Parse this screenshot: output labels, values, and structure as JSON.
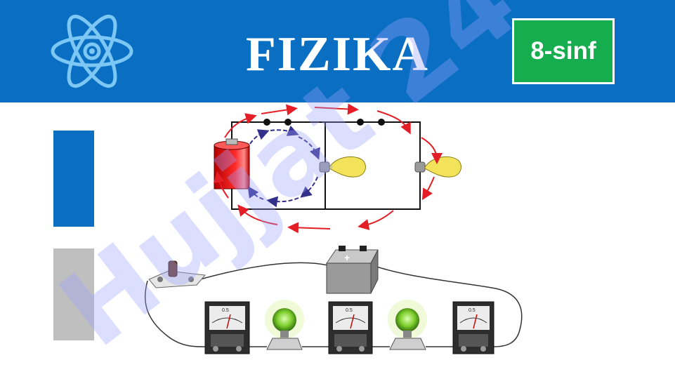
{
  "header": {
    "title": "FIZIKA",
    "grade_badge": "8-sinf",
    "icon": "atom-icon"
  },
  "watermark": {
    "text": "Hujjat 24"
  },
  "meter_scale_label": "0.5",
  "battery_label": "+",
  "colors": {
    "header_blue": "#0a6fc2",
    "badge_green": "#16ad4f",
    "side_bar_gray": "#bfbfbf",
    "current_red": "#e41e26",
    "current_blue": "#33308a",
    "bulb_yellow": "#f2e35a"
  }
}
